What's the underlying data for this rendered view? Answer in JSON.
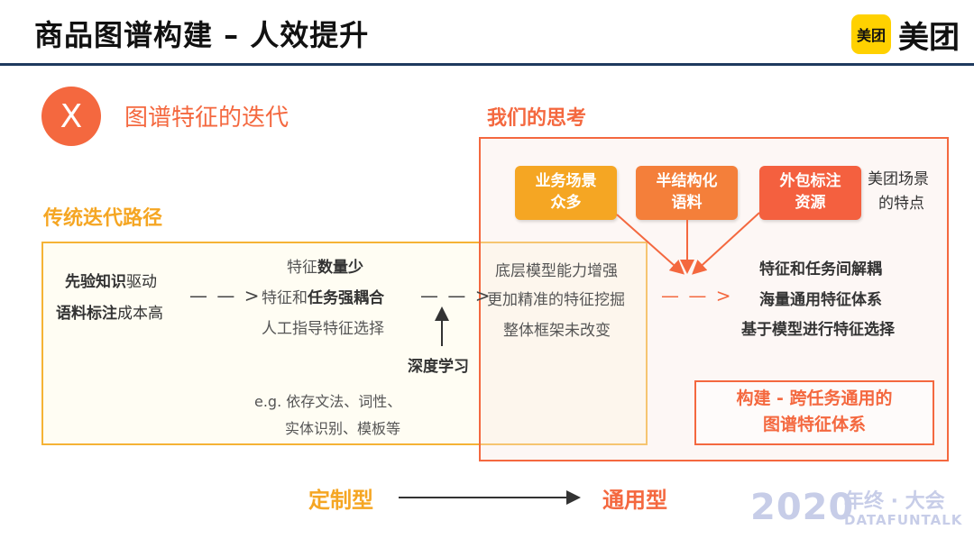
{
  "header": {
    "title": "商品图谱构建 – 人效提升",
    "logo_badge": "美团",
    "logo_text": "美团"
  },
  "section": {
    "marker": "X",
    "subtitle": "图谱特征的迭代",
    "thinking_label": "我们的思考",
    "traditional_label": "传统迭代路径"
  },
  "traditional": {
    "col1_line1_bold": "先验知识",
    "col1_line1_rest": "驱动",
    "col1_line2_bold": "语料标注",
    "col1_line2_rest": "成本高",
    "arrow1": "— — >",
    "col2_line1_pre": "特征",
    "col2_line1_bold": "数量少",
    "col2_line2_pre": "特征和",
    "col2_line2_bold": "任务强耦合",
    "col2_line3": "人工指导特征选择",
    "arrow2": "— — >",
    "deep_learning": "深度学习",
    "example_line1": "e.g. 依存文法、词性、",
    "example_line2": "实体识别、模板等",
    "col3_line1": "底层模型能力增强",
    "col3_line2": "更加精准的特征挖掘",
    "col3_line3": "整体框架未改变"
  },
  "thinking": {
    "card1_l1": "业务场景",
    "card1_l2": "众多",
    "card2_l1": "半结构化",
    "card2_l2": "语料",
    "card3_l1": "外包标注",
    "card3_l2": "资源",
    "feature_l1": "美团场景",
    "feature_l2": "的特点",
    "arrow3": "— — >",
    "result_l1": "特征和任务间解耦",
    "result_l2": "海量通用特征体系",
    "result_l3": "基于模型进行特征选择",
    "box_l1": "构建 - 跨任务通用的",
    "box_l2": "图谱特征体系"
  },
  "bottom": {
    "custom": "定制型",
    "generic": "通用型"
  },
  "watermark": {
    "year": "2020",
    "event_cn": "年终 · 大会",
    "event_en": "DATAFUNTALK"
  },
  "colors": {
    "accent_orange": "#f4683f",
    "accent_yellow": "#f5a623",
    "card1": "#f5a623",
    "card2": "#f47f3a",
    "card3": "#f4603f",
    "header_line": "#1f3a5f"
  }
}
